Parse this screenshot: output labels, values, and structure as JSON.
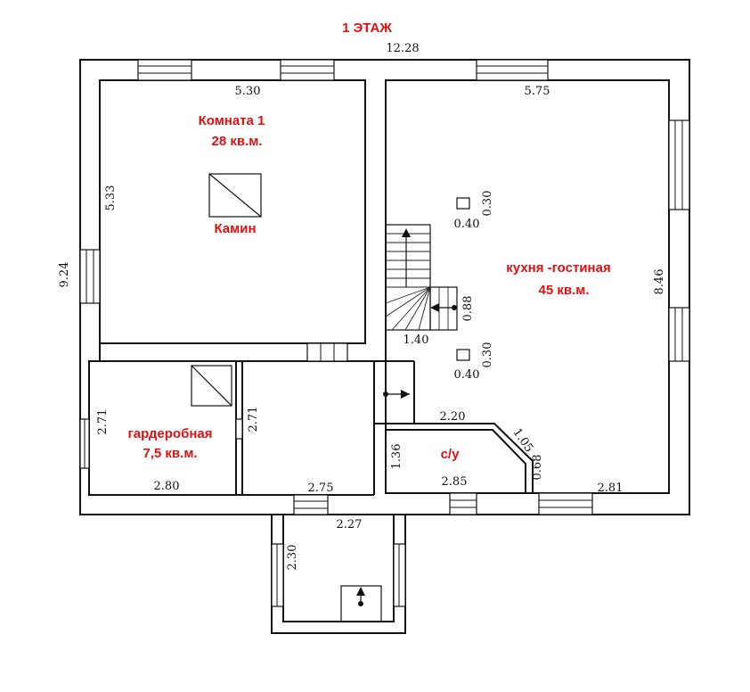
{
  "title": "1 ЭТАЖ",
  "rooms": {
    "room1": {
      "name": "Комната 1",
      "area": "28 кв.м."
    },
    "fireplace": "Камин",
    "kitchen": {
      "name": "кухня -гостиная",
      "area": "45 кв.м."
    },
    "wardrobe": {
      "name": "гардеробная",
      "area": "7,5 кв.м."
    },
    "bathroom": "с/у"
  },
  "dimensions": {
    "total_width": "12.28",
    "total_height": "9.24",
    "room1_width": "5.30",
    "room1_height": "5.33",
    "kitchen_width": "5.75",
    "kitchen_height": "8.46",
    "column_upper_w": "0.40",
    "column_upper_h": "0.30",
    "column_lower_w": "0.40",
    "column_lower_h": "0.30",
    "stair_width": "1.40",
    "stair_step": "0.88",
    "wardrobe_width": "2.80",
    "wardrobe_height": "2.71",
    "hall_height": "2.71",
    "hall_width": "2.75",
    "bath_top": "2.20",
    "bath_diag": "1.05",
    "bath_side": "0.68",
    "bath_left": "1.36",
    "bath_bottom": "2.85",
    "kitchen_bottom": "2.81",
    "porch_width": "2.27",
    "porch_height": "2.30"
  }
}
